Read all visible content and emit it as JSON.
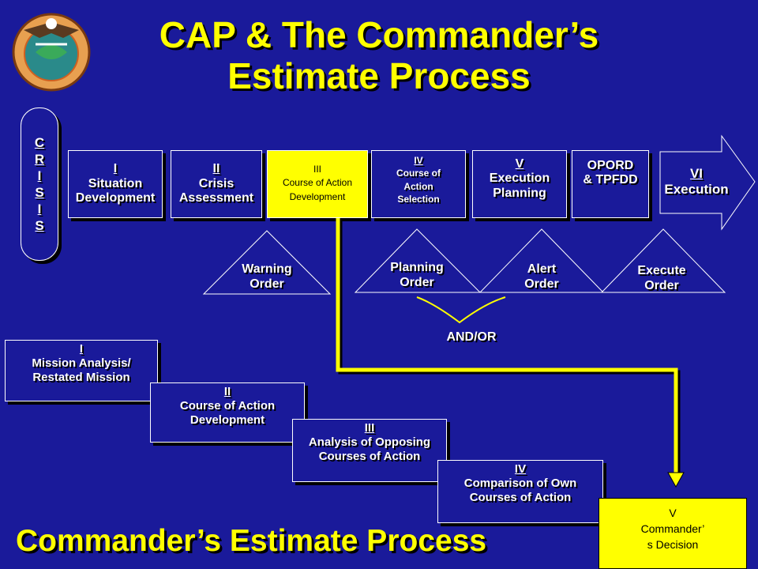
{
  "title": "CAP & The Commander’s Estimate Process",
  "crisis_letters": [
    "C",
    "R",
    "I",
    "S",
    "I",
    "S"
  ],
  "cap_phases": [
    {
      "num": "I",
      "label": "Situation Development"
    },
    {
      "num": "II",
      "label": "Crisis Assessment"
    },
    {
      "num": "III",
      "label": "Course of Action Development"
    },
    {
      "num": "IV",
      "label": "Course of Action Selection"
    },
    {
      "num": "V",
      "label": "Execution Planning"
    },
    {
      "num": "",
      "label": "OPORD & TPFDD"
    },
    {
      "num": "VI",
      "label": "Execution"
    }
  ],
  "orders": {
    "warning": "Warning Order",
    "planning": "Planning Order",
    "alert": "Alert Order",
    "execute": "Execute Order",
    "andor": "AND/OR"
  },
  "estimate_steps": [
    {
      "num": "I",
      "label": "Mission Analysis/ Restated Mission"
    },
    {
      "num": "II",
      "label": "Course of Action Development"
    },
    {
      "num": "III",
      "label": "Analysis of Opposing Courses of Action"
    },
    {
      "num": "IV",
      "label": "Comparison of Own Courses of Action"
    },
    {
      "num": "V",
      "label": "Commander’ s Decision"
    }
  ],
  "bottom_title": "Commander’s Estimate Process",
  "colors": {
    "background": "#1a1a9a",
    "accent": "#ffff00"
  },
  "logo": {
    "icon": "eagle-seal-icon"
  }
}
